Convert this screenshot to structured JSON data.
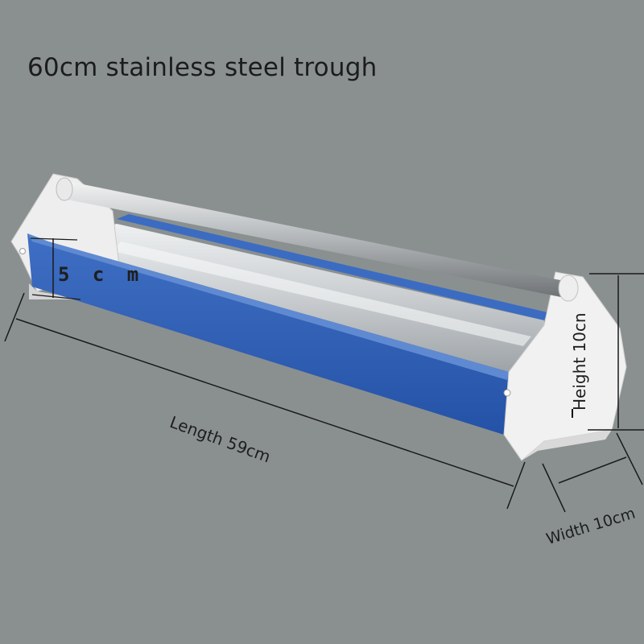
{
  "title": "60cm stainless steel trough",
  "dimensions": {
    "length": "Length 59cm",
    "width": "Width 10cm",
    "height": "Height 10cn",
    "depth": "5 c m"
  }
}
